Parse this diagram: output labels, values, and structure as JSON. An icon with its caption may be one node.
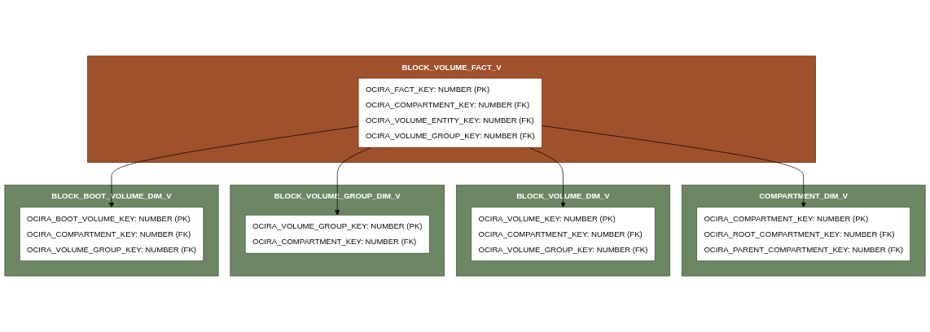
{
  "diagram": {
    "nodes": [
      {
        "text": [
          "COMPARTMENT_DIM_V"
        ]
      },
      {
        "text": [
          "OCIRA_COMPARTMENT_KEY: NUMBER (PK)",
          "OCIRA_ROOT_COMPARTMENT_KEY: NUMBER (FK)",
          "OCIRA_PARENT_COMPARTMENT_KEY: NUMBER (FK)"
        ],
        "in": 0
      },
      {
        "text": [
          "BLOCK_VOLUME_DIM_V"
        ]
      },
      {
        "text": [
          "OCIRA_VOLUME_KEY: NUMBER (PK)",
          "OCIRA_COMPARTMENT_KEY: NUMBER (FK)",
          "OCIRA_VOLUME_GROUP_KEY: NUMBER (FK)"
        ],
        "in": 2
      },
      {
        "text": [
          "BLOCK_VOLUME_FACT_V"
        ]
      },
      {
        "text": [
          "OCIRA_FACT_KEY: NUMBER (PK)",
          "OCIRA_COMPARTMENT_KEY: NUMBER (FK)",
          "OCIRA_VOLUME_ENTITY_KEY: NUMBER (FK)",
          "OCIRA_VOLUME_GROUP_KEY: NUMBER (FK)"
        ],
        "in": 4
      },
      {
        "text": [
          "BLOCK_VOLUME_GROUP_DIM_V"
        ]
      },
      {
        "text": [
          "OCIRA_VOLUME_GROUP_KEY: NUMBER (PK)",
          "OCIRA_COMPARTMENT_KEY: NUMBER (FK)"
        ],
        "in": 6
      },
      {
        "text": [
          "BLOCK_BOOT_VOLUME_DIM_V"
        ]
      },
      {
        "text": [
          "OCIRA_BOOT_VOLUME_KEY: NUMBER (PK)",
          "OCIRA_COMPARTMENT_KEY: NUMBER (FK)",
          "OCIRA_VOLUME_GROUP_KEY: NUMBER (FK)"
        ],
        "in": 8
      }
    ],
    "edges": [
      {
        "from": 5,
        "to": 1,
        "arrow": "to"
      },
      {
        "from": 5,
        "to": 3,
        "arrow": "to"
      },
      {
        "from": 5,
        "to": 9,
        "arrow": "to"
      },
      {
        "from": 5,
        "to": 7,
        "arrow": "to"
      }
    ]
  }
}
